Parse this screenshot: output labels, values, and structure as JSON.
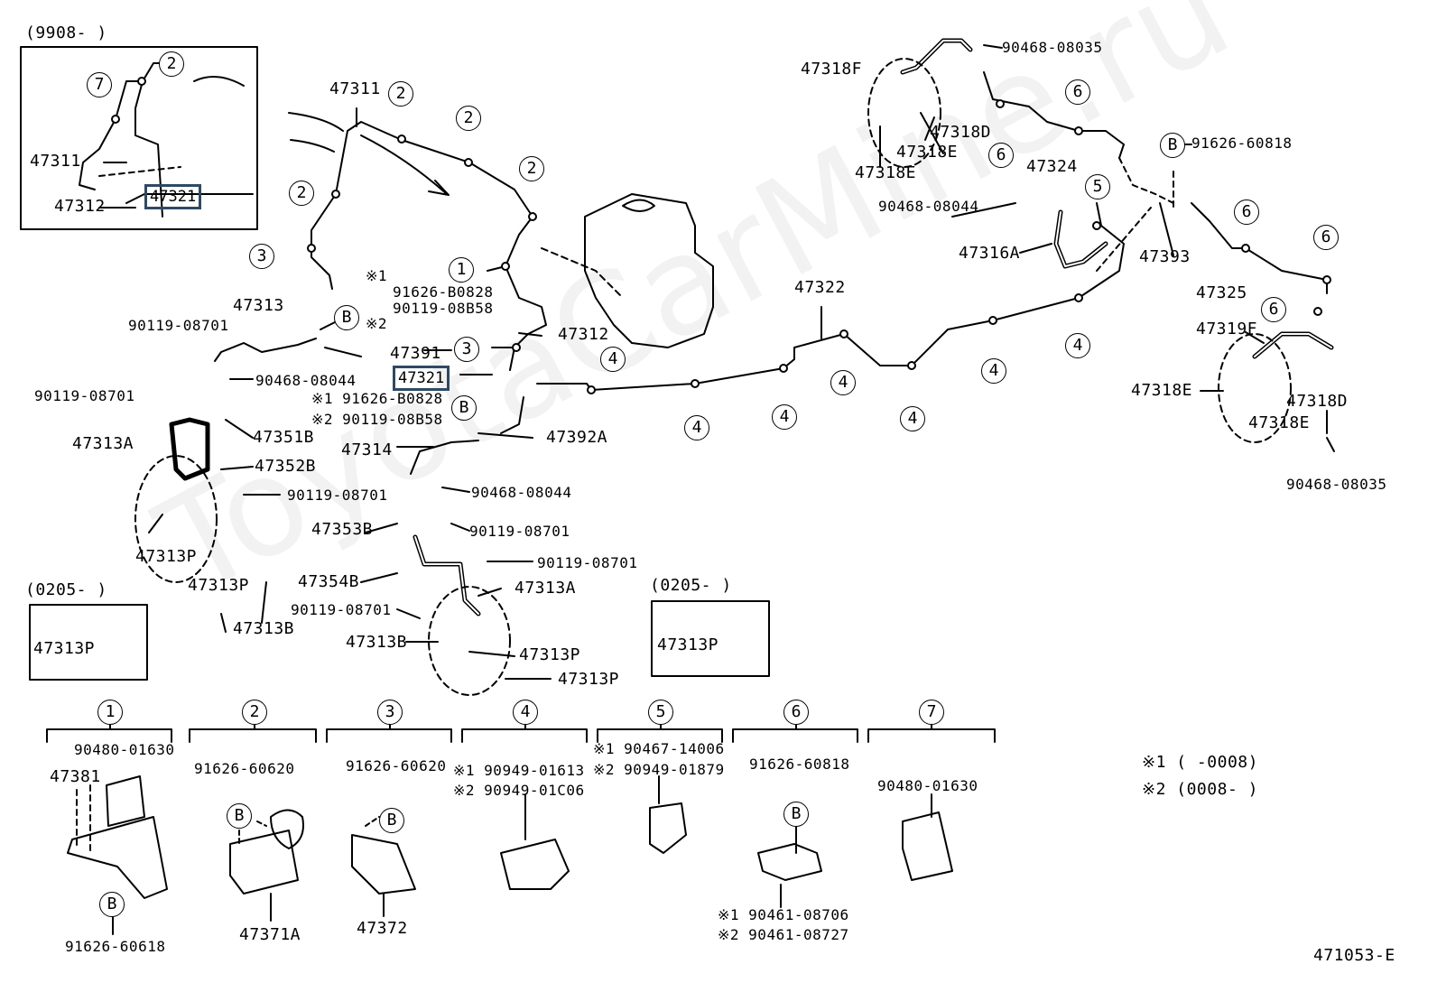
{
  "watermark": "ToyotaCarMine.ru",
  "figure_code": "471053-E",
  "notes": {
    "note1": "※1 (      -0008)",
    "note2": "※2 (0008-      )"
  },
  "inset_top_left": {
    "period": "(9908-      )",
    "p47311": "47311",
    "p47312": "47312",
    "p47321": "47321",
    "c2": "2",
    "c7": "7"
  },
  "inset_0205_left": {
    "period": "(0205-      )",
    "p": "47313P"
  },
  "inset_0205_right": {
    "period": "(0205-      )",
    "p": "47313P"
  },
  "main": {
    "p47311": "47311",
    "p47312": "47312",
    "p47313": "47313",
    "p47313A_l": "47313A",
    "p47313A_c": "47313A",
    "p47313B_l": "47313B",
    "p47313B_c": "47313B",
    "p47313P_1": "47313P",
    "p47313P_2": "47313P",
    "p47313P_3": "47313P",
    "p47313P_4": "47313P",
    "p47314": "47314",
    "p47321": "47321",
    "p47322": "47322",
    "p47324": "47324",
    "p47325": "47325",
    "p47351B": "47351B",
    "p47352B": "47352B",
    "p47353B": "47353B",
    "p47354B": "47354B",
    "p47391": "47391",
    "p47392A": "47392A",
    "p47393": "47393",
    "p47316A": "47316A",
    "p47318F": "47318F",
    "p47318D_1": "47318D",
    "p47318E_1": "47318E",
    "p47318E_2": "47318E",
    "p47319F": "47319F",
    "p47318E_3": "47318E",
    "p47318D_2": "47318D",
    "p47318E_4": "47318E",
    "b90119a": "90119-08701",
    "b90119b": "90119-08701",
    "b90119c": "90119-08701",
    "b90119d": "90119-08701",
    "b90119e": "90119-08701",
    "b90119f": "90119-08701",
    "c90468a": "90468-08044",
    "c90468b": "90468-08044",
    "c90468c": "90468-08044",
    "c90468d": "90468-08035",
    "c90468e": "90468-08035",
    "n1_top": "※1",
    "n91626_top": "91626-B0828",
    "n90119_top": "90119-08B58",
    "n2_top": "※2",
    "n91626_mid": "※1 91626-B0828",
    "n90119_mid": "※2 90119-08B58",
    "n91626_r": "91626-60818"
  },
  "bottom_groups": [
    {
      "num": "1",
      "a": "90480-01630",
      "b": "47381",
      "c": "91626-60618"
    },
    {
      "num": "2",
      "a": "91626-60620",
      "b": "47371A"
    },
    {
      "num": "3",
      "a": "91626-60620",
      "b": "47372"
    },
    {
      "num": "4",
      "a": "※1 90949-01613",
      "b": "※2 90949-01C06"
    },
    {
      "num": "5",
      "a": "※1 90467-14006",
      "b": "※2 90949-01879"
    },
    {
      "num": "6",
      "a": "91626-60818",
      "b": "※1 90461-08706",
      "c": "※2 90461-08727"
    },
    {
      "num": "7",
      "a": "90480-01630"
    }
  ],
  "circles": {
    "c1": "1",
    "c2": "2",
    "c3": "3",
    "c4": "4",
    "c5": "5",
    "c6": "6",
    "cB": "B"
  }
}
